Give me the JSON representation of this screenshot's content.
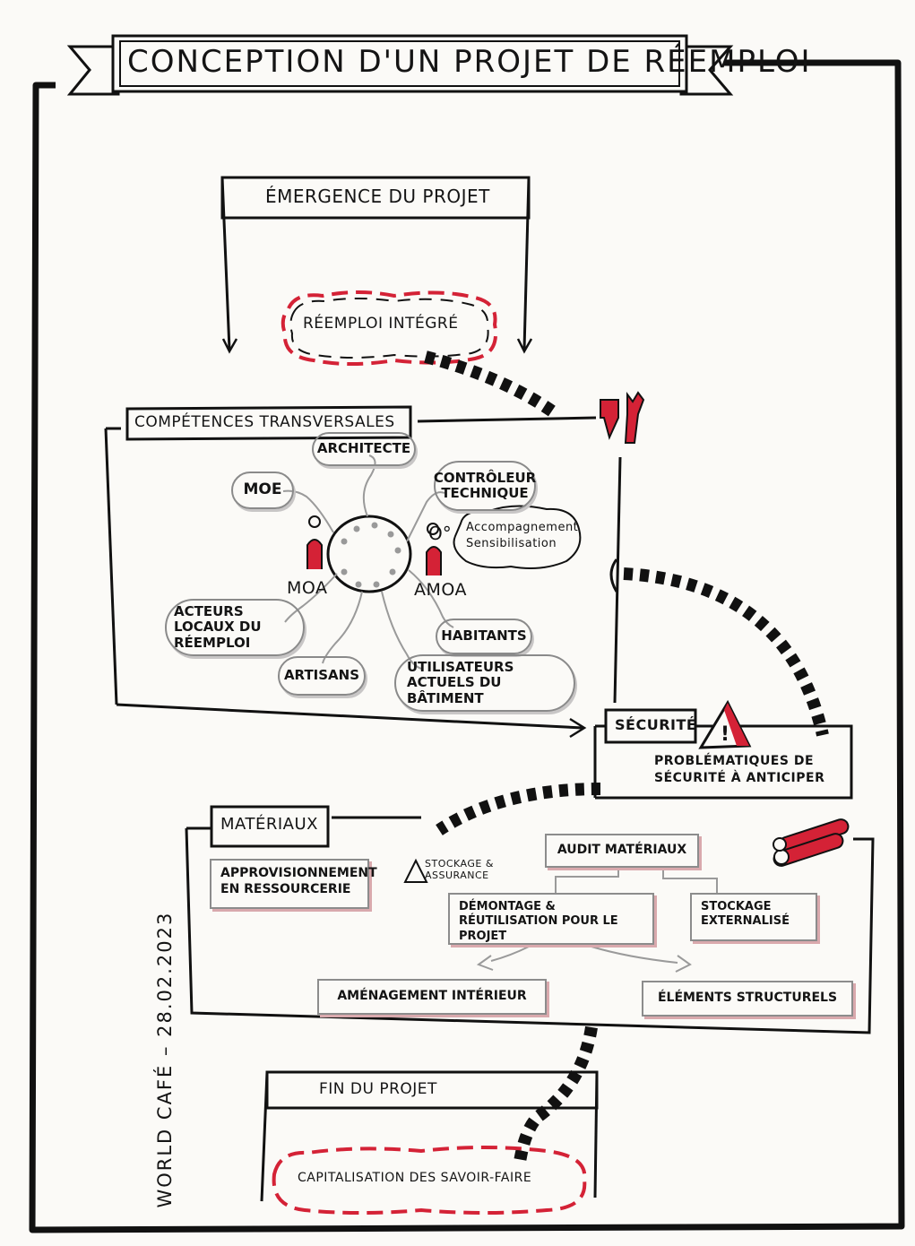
{
  "title": "CONCEPTION D'UN PROJET DE RÉEMPLOI",
  "side_note": "WORLD CAFÉ – 28.02.2023",
  "sections": {
    "emergence": {
      "heading": "ÉMERGENCE DU PROJET",
      "highlight": "RÉEMPLOI INTÉGRÉ"
    },
    "competences": {
      "heading": "COMPÉTENCES TRANSVERSALES",
      "center_left": "MOA",
      "center_right": "AMOA",
      "actors": {
        "architecte": "ARCHITECTE",
        "moe": "MOE",
        "controleur": "CONTRÔLEUR TECHNIQUE",
        "accompagnement": "Accompagnement Sensibilisation",
        "acteurs_locaux": "ACTEURS LOCAUX DU RÉEMPLOI",
        "habitants": "HABITANTS",
        "artisans": "ARTISANS",
        "utilisateurs": "UTILISATEURS ACTUELS DU BÂTIMENT"
      }
    },
    "securite": {
      "heading": "SÉCURITÉ",
      "body": "PROBLÉMATIQUES DE SÉCURITÉ À ANTICIPER"
    },
    "materiaux": {
      "heading": "MATÉRIAUX",
      "approvisionnement": "APPROVISIONNEMENT EN RESSOURCERIE",
      "stockage_note": "STOCKAGE & ASSURANCE",
      "audit": "AUDIT MATÉRIAUX",
      "demontage": "DÉMONTAGE & RÉUTILISATION POUR LE PROJET",
      "stockage_externalise": "STOCKAGE EXTERNALISÉ",
      "amenagement": "AMÉNAGEMENT INTÉRIEUR",
      "elements": "ÉLÉMENTS STRUCTURELS"
    },
    "fin": {
      "heading": "FIN DU PROJET",
      "highlight": "CAPITALISATION DES SAVOIR-FAIRE"
    }
  },
  "colors": {
    "ink": "#141414",
    "accent_red": "#d42236",
    "grey_shadow": "#9a9a9a"
  },
  "icons": [
    "banner-ribbon",
    "tools-icon",
    "warning-icon",
    "pipes-icon",
    "person-icon",
    "table-icon"
  ]
}
